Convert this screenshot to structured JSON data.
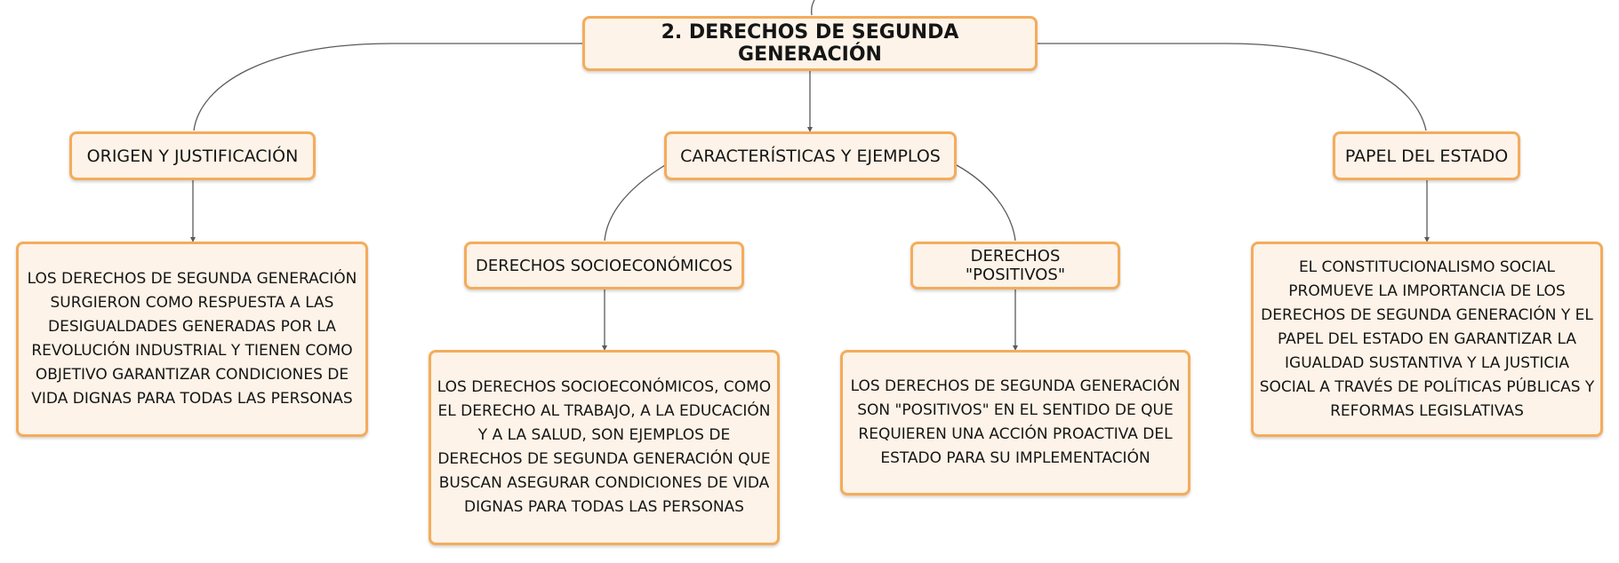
{
  "mindmap": {
    "root": {
      "label": "2. DERECHOS DE SEGUNDA GENERACIÓN"
    },
    "branches": [
      {
        "label": "ORIGEN Y JUSTIFICACIÓN",
        "detail": "LOS DERECHOS DE SEGUNDA GENERACIÓN SURGIERON COMO RESPUESTA A LAS DESIGUALDADES GENERADAS POR LA REVOLUCIÓN INDUSTRIAL Y TIENEN COMO OBJETIVO GARANTIZAR CONDICIONES DE VIDA DIGNAS PARA TODAS LAS PERSONAS"
      },
      {
        "label": "CARACTERÍSTICAS Y EJEMPLOS",
        "children": [
          {
            "label": "DERECHOS SOCIOECONÓMICOS",
            "detail": "LOS DERECHOS SOCIOECONÓMICOS, COMO EL DERECHO AL TRABAJO, A LA EDUCACIÓN Y A LA SALUD, SON EJEMPLOS DE DERECHOS DE SEGUNDA GENERACIÓN QUE BUSCAN ASEGURAR CONDICIONES DE VIDA DIGNAS PARA TODAS LAS PERSONAS"
          },
          {
            "label": "DERECHOS \"POSITIVOS\"",
            "detail": "LOS DERECHOS DE SEGUNDA GENERACIÓN SON \"POSITIVOS\" EN EL SENTIDO DE QUE REQUIEREN UNA ACCIÓN PROACTIVA DEL ESTADO PARA SU IMPLEMENTACIÓN"
          }
        ]
      },
      {
        "label": "PAPEL DEL ESTADO",
        "detail": "EL CONSTITUCIONALISMO SOCIAL PROMUEVE LA IMPORTANCIA DE LOS DERECHOS DE SEGUNDA GENERACIÓN Y EL PAPEL DEL ESTADO EN GARANTIZAR LA IGUALDAD SUSTANTIVA Y LA JUSTICIA SOCIAL A TRAVÉS DE POLÍTICAS PÚBLICAS Y REFORMAS LEGISLATIVAS"
      }
    ]
  },
  "colors": {
    "node_fill": "#fdf3e8",
    "node_border": "#f4ac5b",
    "connector": "#555555",
    "text": "#151515"
  }
}
